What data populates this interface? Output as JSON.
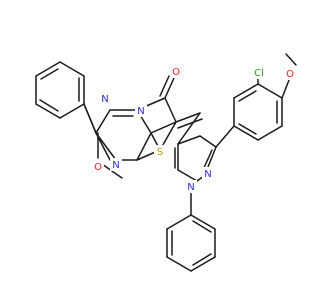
{
  "colors": {
    "bond": "#1a1a1a",
    "carbon": "#1a1a1a",
    "nitrogen": "#2b2bd9",
    "oxygen": "#e02020",
    "sulfur": "#b8a600",
    "chlorine": "#1fa61f",
    "background": "#ffffff"
  },
  "atoms": {
    "o_upper": "O",
    "o_lower": "O",
    "o_methoxy": "O",
    "s_ring": "S",
    "cl": "Cl",
    "n_triazine_top": "N",
    "n_triazine_fused": "N",
    "n_triazine_bottom": "N",
    "n_pyrazole_2": "N",
    "n_pyrazole_1": "N"
  }
}
